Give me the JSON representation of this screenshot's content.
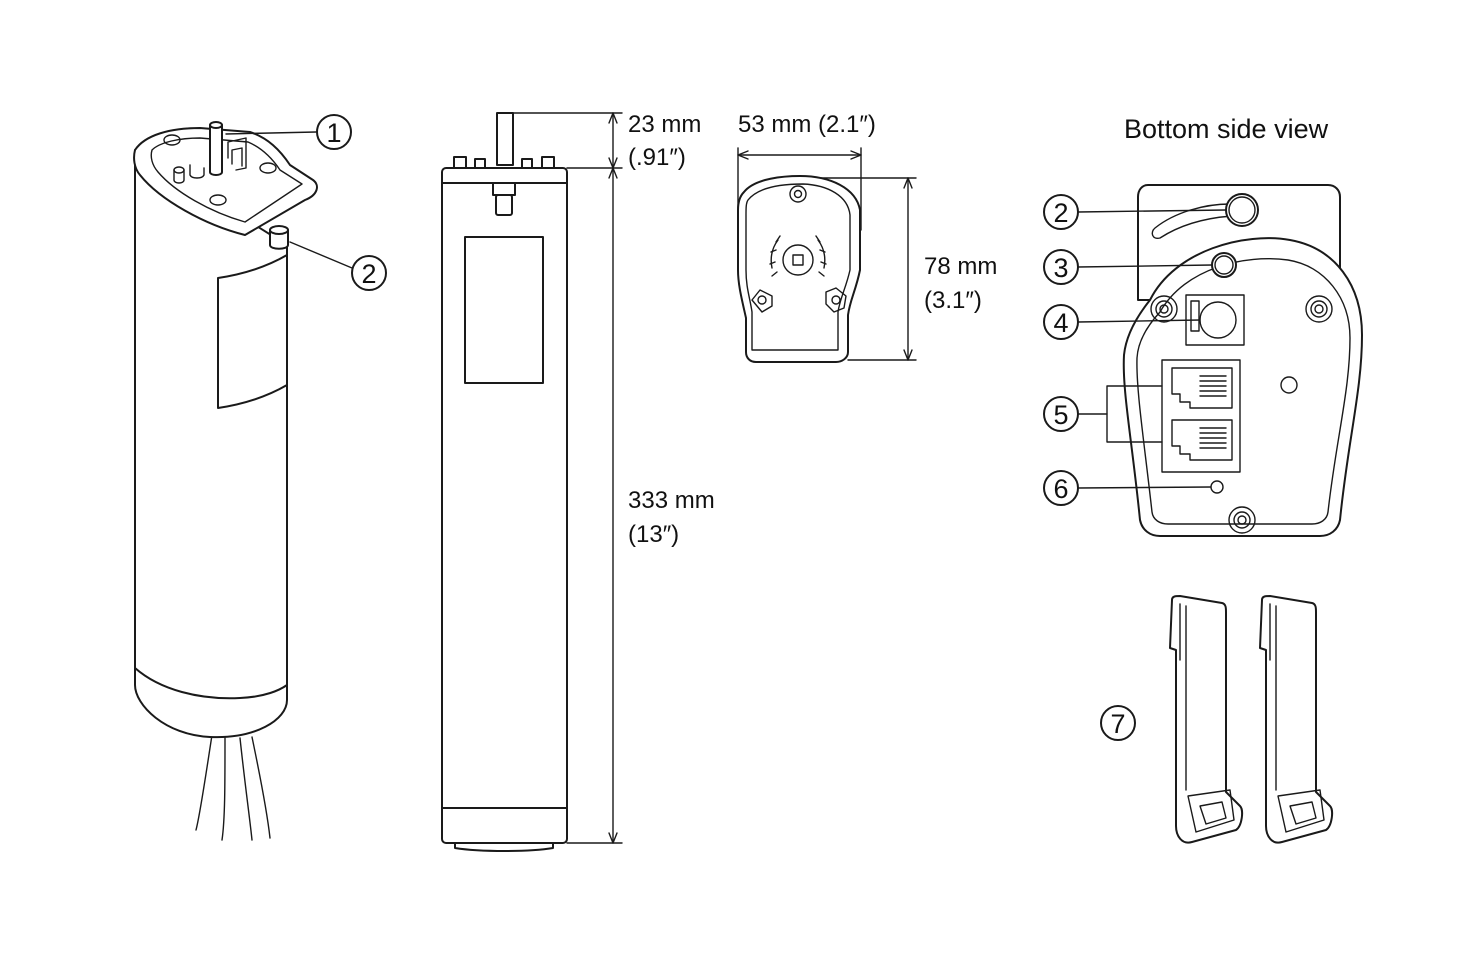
{
  "heading": "Bottom side view",
  "dimensions": {
    "shaft_height": "23 mm",
    "shaft_height_in": "(.91″)",
    "body_length": "333 mm",
    "body_length_in": "(13″)",
    "head_width": "53 mm (2.1″)",
    "head_height": "78 mm",
    "head_height_in": "(3.1″)"
  },
  "callouts": {
    "c1": "1",
    "c2a": "2",
    "c2b": "2",
    "c3": "3",
    "c4": "4",
    "c5": "5",
    "c6": "6",
    "c7": "7"
  }
}
